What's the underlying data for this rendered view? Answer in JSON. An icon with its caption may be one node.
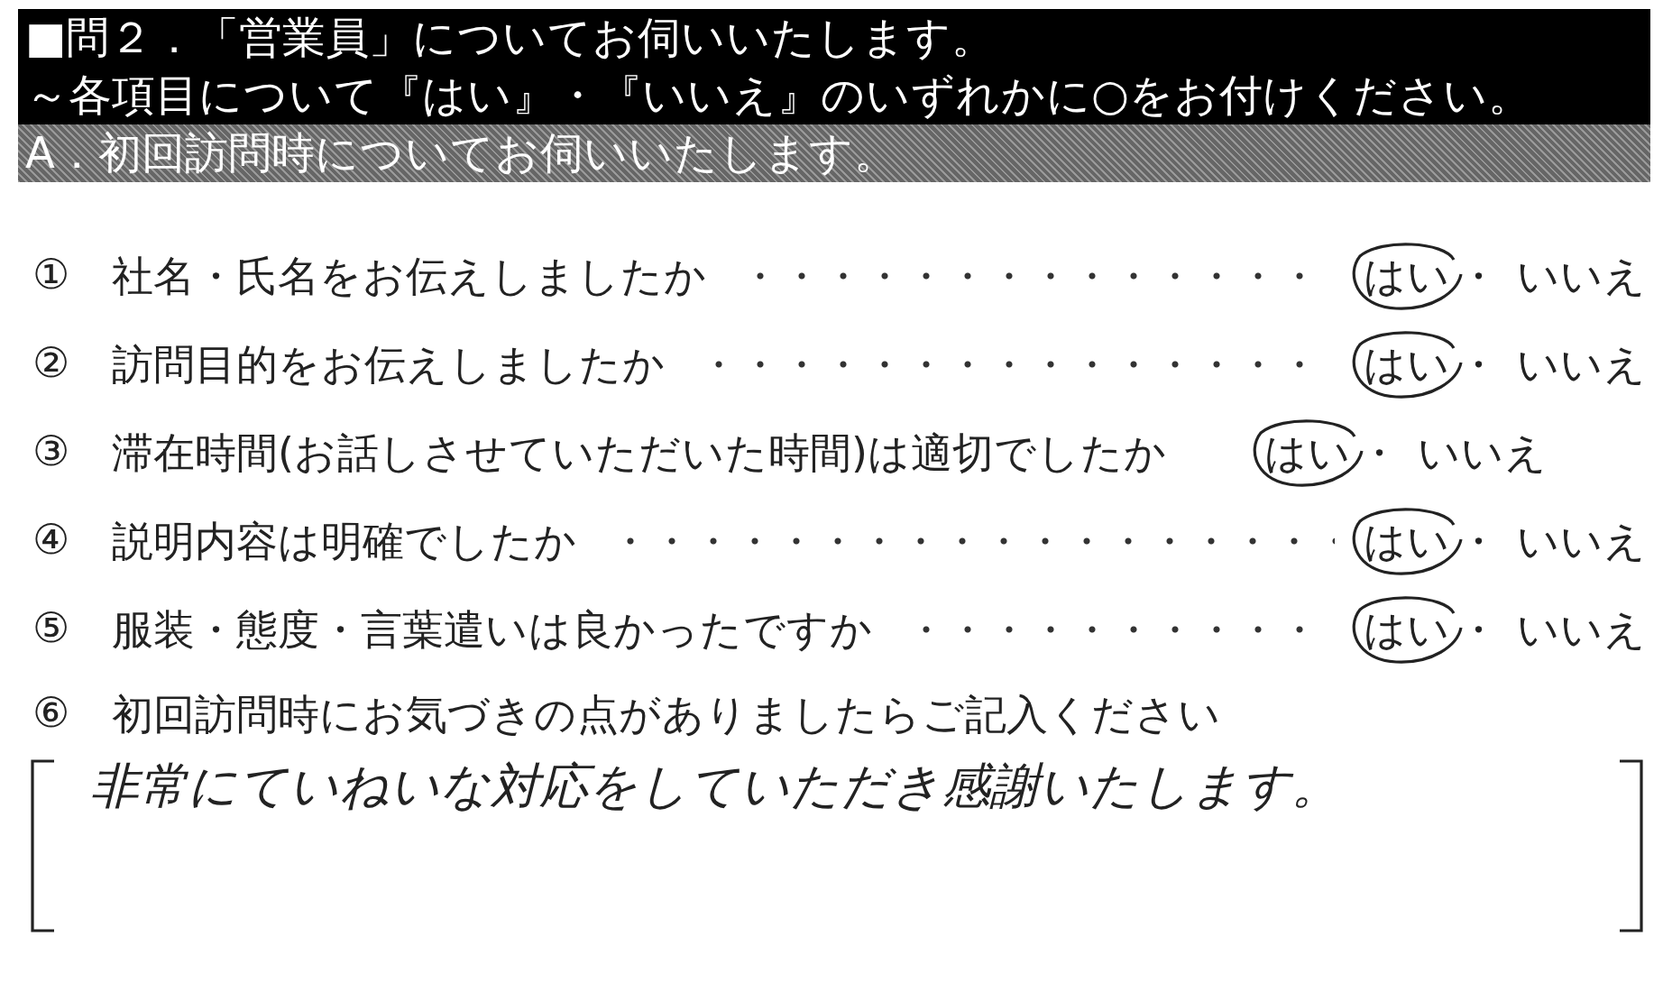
{
  "diagram": {
    "labels": [
      "■問２．「営業員」についてお伺いいたします。",
      "～各項目について『はい』・『いいえ』のいずれかに○をお付けください。",
      "A．初回訪問時についてお伺いいたします。",
      "①",
      "社名・氏名をお伝えしましたか",
      "はい",
      "・",
      "いいえ",
      "②",
      "訪問目的をお伝えしましたか",
      "はい",
      "・",
      "いいえ",
      "③",
      "滞在時間(お話しさせていただいた時間)は適切でしたか",
      "はい",
      "・",
      "いいえ",
      "④",
      "説明内容は明確でしたか",
      "はい",
      "・",
      "いいえ",
      "⑤",
      "服装・態度・言葉遣いは良かったですか",
      "はい",
      "・",
      "いいえ",
      "⑥",
      "初回訪問時にお気づきの点がありましたらご記入ください",
      "非常にていねいな対応をしていただき感謝いたします。"
    ]
  }
}
